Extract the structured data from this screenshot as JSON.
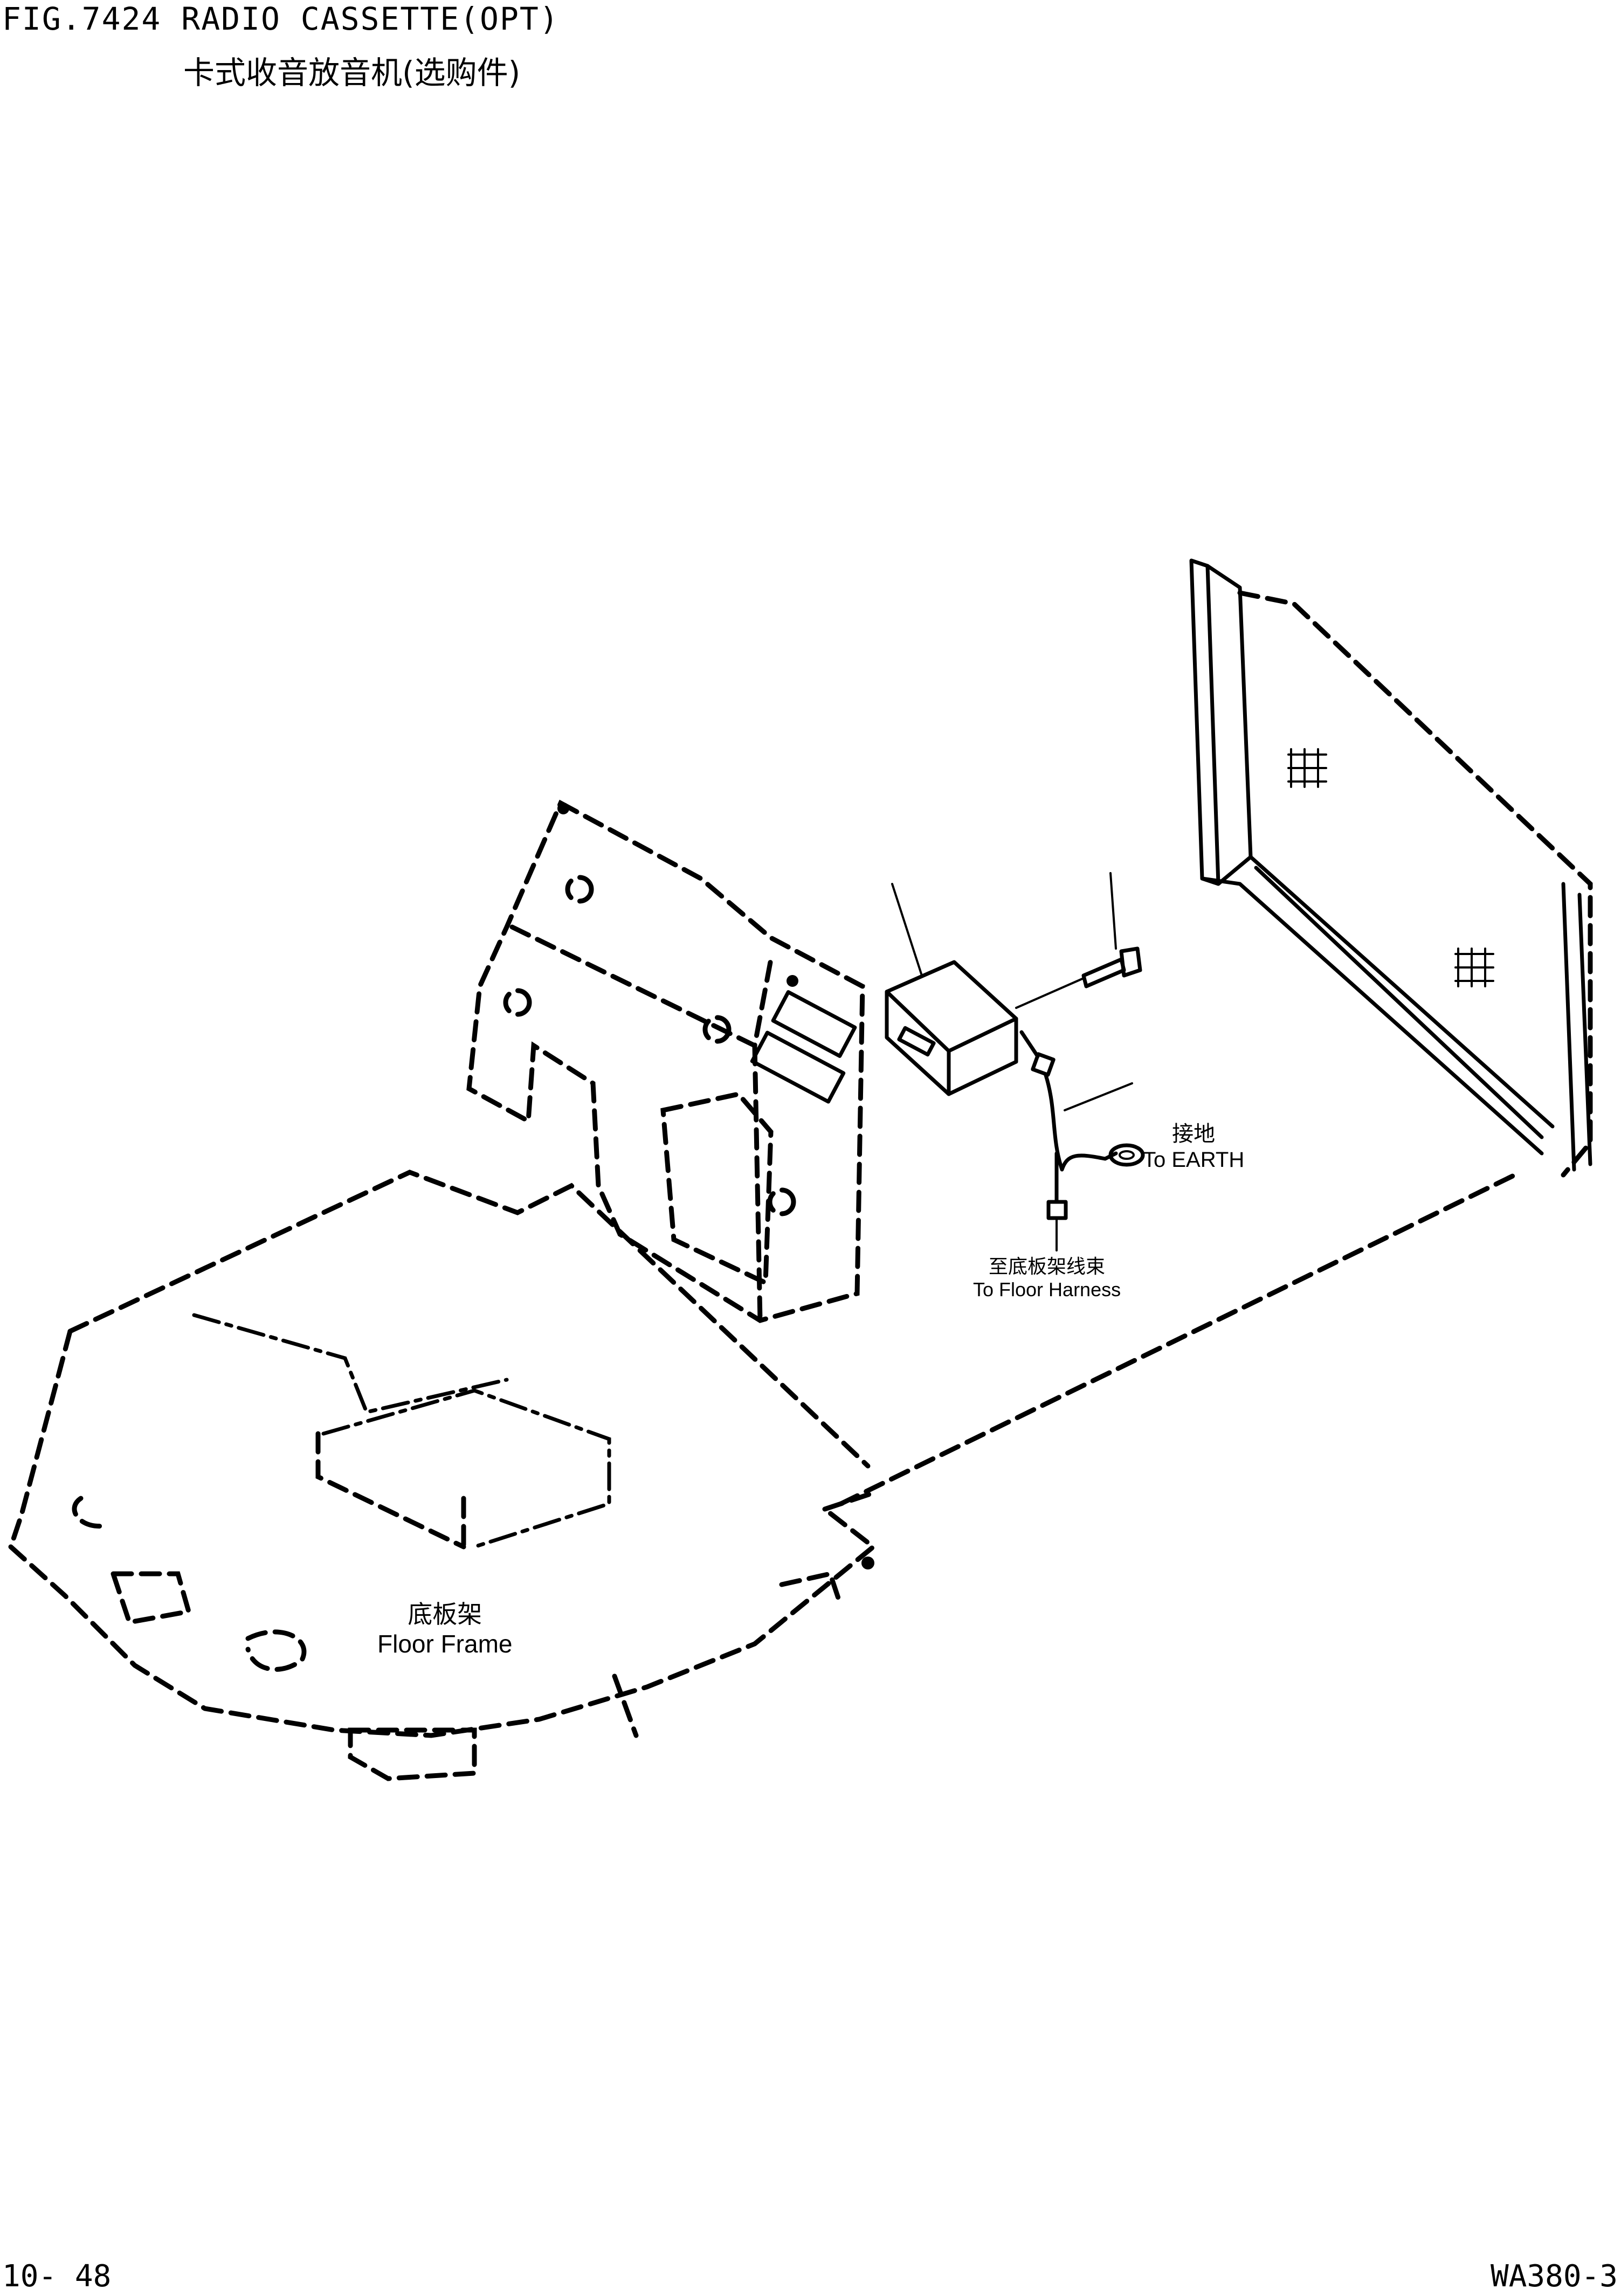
{
  "header": {
    "title": "FIG.7424  RADIO CASSETTE(OPT)",
    "subtitle": "卡式收音放音机(选购件)"
  },
  "labels": {
    "earth_cn": "接地",
    "earth_en": "To EARTH",
    "harness_cn": "至底板架线束",
    "harness_en": "To Floor Harness",
    "floor_cn": "底板架",
    "floor_en": "Floor Frame"
  },
  "footer": {
    "page_number": "10- 48",
    "model": "WA380-3"
  }
}
